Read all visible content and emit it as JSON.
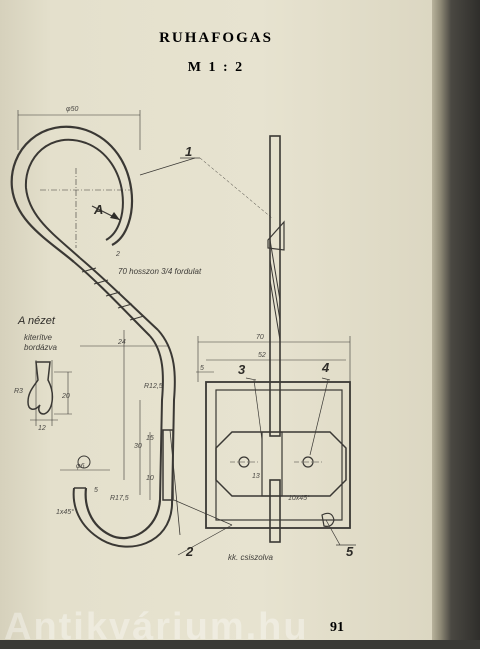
{
  "title": "RUHAFOGAS",
  "scale": "M 1 : 2",
  "page_number": "91",
  "watermark": "Antikvárium.hu",
  "labels": {
    "part_1": "1",
    "part_2": "2",
    "part_3": "3",
    "part_4": "4",
    "part_5": "5",
    "view_marker": "A",
    "view_title": "A nézet",
    "view_note_line1": "kiterítve",
    "view_note_line2": "bordázva",
    "twist_note": "70 hosszon 3/4 fordulat",
    "bottom_note": "kk. csiszolva"
  },
  "dimensions": {
    "d_top": "φ50",
    "d_center": "24",
    "d_r_top": "R12,5",
    "d_r_bottom": "R17,5",
    "d_small": "φ6",
    "d_small_gap": "5",
    "d_vertical_1": "10",
    "d_vertical_2": "30",
    "d_vertical_3": "15",
    "d_left_angle": "1x45°",
    "d_view_width": "12",
    "d_view_height": "20",
    "d_view_r": "R3",
    "d_width_outer": "70",
    "d_width_inner": "52",
    "d_left_offset": "5",
    "d_plate_13": "13",
    "d_chamfer": "10x45°",
    "d_gap_2": "2"
  }
}
